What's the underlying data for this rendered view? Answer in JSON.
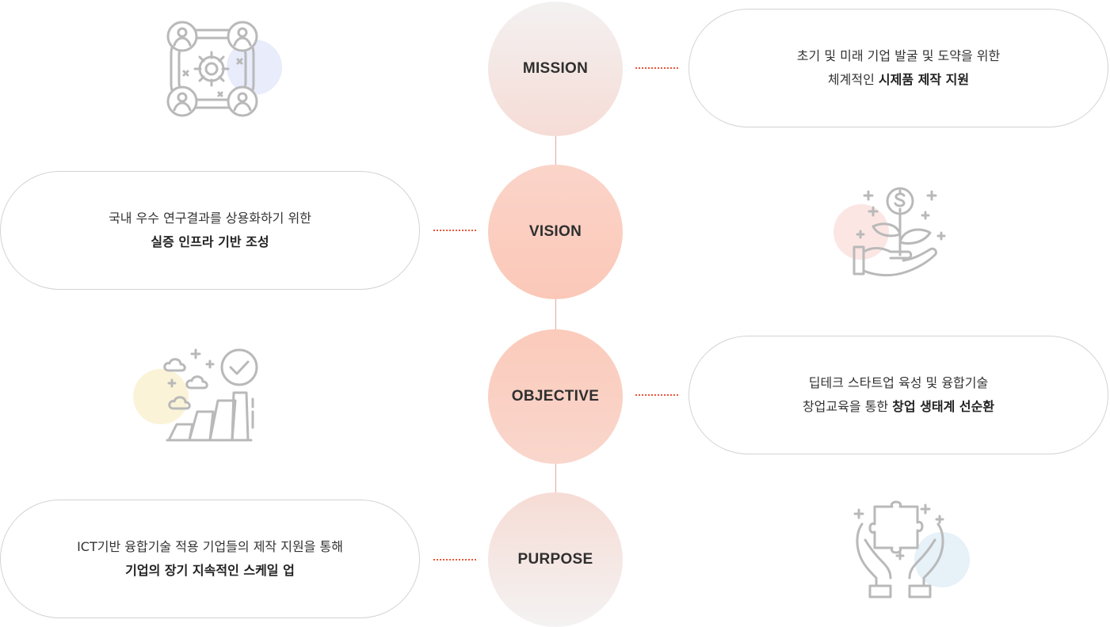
{
  "rows": [
    {
      "heading": "MISSION",
      "line1": "초기 및 미래 기업 발굴 및 도약을 위한",
      "line2_plain": "체계적인 ",
      "line2_bold": "시제품 제작 지원",
      "icon": "people-gear-icon"
    },
    {
      "heading": "VISION",
      "line1": "국내 우수 연구결과를 상용화하기 위한",
      "line2_plain": "",
      "line2_bold": "실증 인프라 기반 조성",
      "icon": "money-plant-hand-icon"
    },
    {
      "heading": "OBJECTIVE",
      "line1": "딥테크 스타트업 육성 및 융합기술",
      "line2_plain": "창업교육을 통한 ",
      "line2_bold": "창업 생태계 선순환",
      "icon": "growth-stairs-check-icon"
    },
    {
      "heading": "PURPOSE",
      "line1": "ICT기반 융합기술 적용 기업들의 제작 지원을 통해",
      "line2_plain": "",
      "line2_bold": "기업의 장기 지속적인 스케일 업",
      "icon": "hands-puzzle-icon"
    }
  ],
  "colors": {
    "accent_dots": "#e8583c",
    "connector": "#e6a79a",
    "pill_border": "#d3d3d3",
    "icon_stroke": "#b9b9b9",
    "blob_blue": "#e8ecfb",
    "blob_pink": "#fbe6e4",
    "blob_yellow": "#fbf3d8",
    "blob_lightblue": "#e6f1f8"
  }
}
